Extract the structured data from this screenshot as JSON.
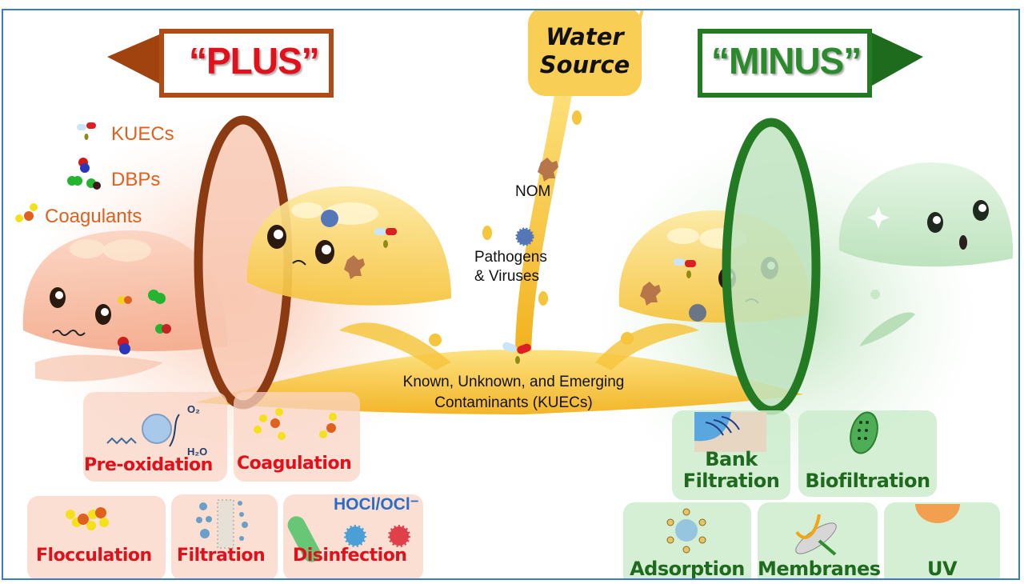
{
  "plus_side": {
    "label": "“PLUS”",
    "color": "#e2101a",
    "arrow_color": "#a0430f",
    "legend": [
      {
        "label": "KUECs",
        "icon": "pill-capsule-icon"
      },
      {
        "label": "DBPs",
        "icon": "molecule-icon"
      },
      {
        "label": "Coagulants",
        "icon": "coagulant-particles-icon"
      }
    ],
    "processes": [
      {
        "label": "Pre-oxidation",
        "icon": "oxidation-icon",
        "chem_top": "O₂",
        "chem_bottom": "H₂O"
      },
      {
        "label": "Coagulation",
        "icon": "coagulant-particles-icon"
      },
      {
        "label": "Flocculation",
        "icon": "floc-particles-icon"
      },
      {
        "label": "Filtration",
        "icon": "filter-media-icon"
      },
      {
        "label": "Disinfection",
        "icon": "pathogen-icon",
        "chem_label": "HOCl/OCl⁻"
      }
    ]
  },
  "minus_side": {
    "label": "“MINUS”",
    "color": "#2b8a2b",
    "arrow_color": "#1e6b1e",
    "processes": [
      {
        "label_line1": "Bank",
        "label_line2": "Filtration",
        "icon": "riverbank-icon"
      },
      {
        "label_line1": "Biofiltration",
        "label_line2": "",
        "icon": "biofilter-disc-icon"
      },
      {
        "label_line1": "Adsorption",
        "label_line2": "",
        "icon": "adsorbent-particle-icon"
      },
      {
        "label_line1": "Membranes",
        "label_line2": "",
        "icon": "membrane-icon"
      },
      {
        "label_line1": "UV",
        "label_line2": "",
        "icon": "sun-icon"
      }
    ]
  },
  "center": {
    "water_source_line1": "Water",
    "water_source_line2": "Source",
    "nom_label": "NOM",
    "pathogens_line1": "Pathogens",
    "pathogens_line2": "& Viruses",
    "kuecs_line1": "Known, Unknown, and Emerging",
    "kuecs_line2": "Contaminants (KUECs)"
  },
  "colors": {
    "water": "#f7c843",
    "plus_membrane": "#8b3a12",
    "minus_membrane": "#237a23",
    "frame": "#3d7bbf"
  }
}
